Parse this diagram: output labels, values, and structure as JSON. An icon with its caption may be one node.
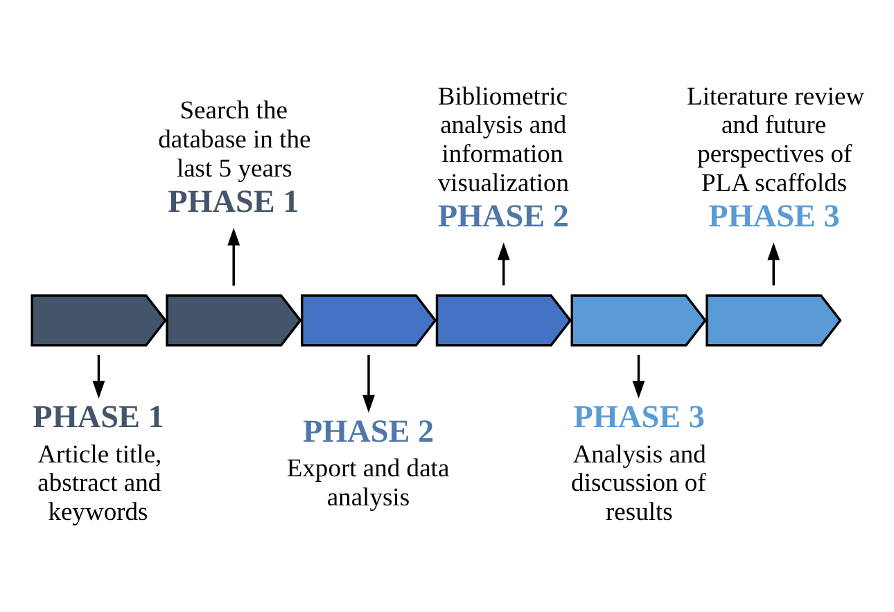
{
  "diagram": {
    "nodes": [
      {
        "text": [
          "Search the database in the last 5 years",
          "PHASE 1"
        ]
      },
      {
        "text": [
          "Bibliometric analysis and information visualization",
          "PHASE 2"
        ]
      },
      {
        "text": [
          "Literature review and future perspectives of PLA scaffolds",
          "PHASE 3"
        ]
      },
      {
        "text": [],
        "shape": "chevron"
      },
      {
        "text": [],
        "shape": "chevron"
      },
      {
        "text": [],
        "shape": "chevron"
      },
      {
        "text": [],
        "shape": "chevron"
      },
      {
        "text": [],
        "shape": "chevron"
      },
      {
        "text": [],
        "shape": "chevron"
      },
      {
        "text": [
          "PHASE 1",
          "Article title, abstract and keywords"
        ]
      },
      {
        "text": [
          "PHASE 2",
          "Export and data analysis"
        ]
      },
      {
        "text": [
          "PHASE 3",
          "Analysis and discussion of results"
        ]
      }
    ],
    "edges": [
      {
        "from": 3,
        "to": 9,
        "arrow": "to"
      },
      {
        "from": 4,
        "to": 0,
        "arrow": "to"
      },
      {
        "from": 5,
        "to": 10,
        "arrow": "to"
      },
      {
        "from": 6,
        "to": 1,
        "arrow": "to"
      },
      {
        "from": 7,
        "to": 11,
        "arrow": "to"
      },
      {
        "from": 8,
        "to": 2,
        "arrow": "to"
      }
    ]
  }
}
